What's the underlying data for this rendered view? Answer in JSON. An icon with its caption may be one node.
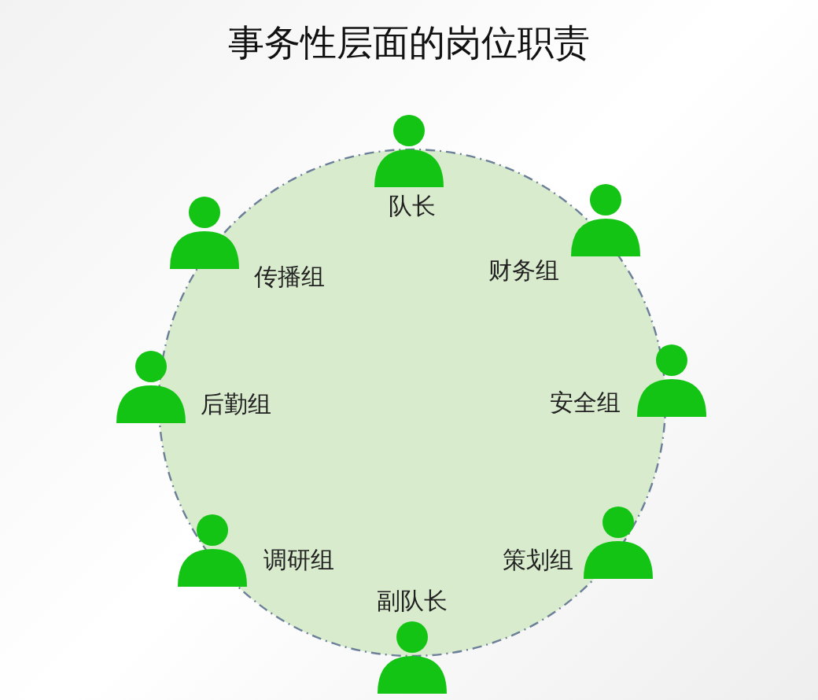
{
  "diagram": {
    "title": "事务性层面的岗位职责",
    "nodes": [
      {
        "text": [],
        "shape": "person",
        "beside": [
          "队长"
        ]
      },
      {
        "text": [],
        "shape": "person",
        "beside": [
          "财务组"
        ]
      },
      {
        "text": [],
        "shape": "person",
        "beside": [
          "安全组"
        ]
      },
      {
        "text": [],
        "shape": "person",
        "beside": [
          "策划组"
        ]
      },
      {
        "text": [],
        "shape": "person",
        "beside": [
          "副队长"
        ]
      },
      {
        "text": [],
        "shape": "person",
        "beside": [
          "调研组"
        ]
      },
      {
        "text": [],
        "shape": "person",
        "beside": [
          "后勤组"
        ]
      },
      {
        "text": [],
        "shape": "person",
        "beside": [
          "传播组"
        ]
      }
    ]
  }
}
